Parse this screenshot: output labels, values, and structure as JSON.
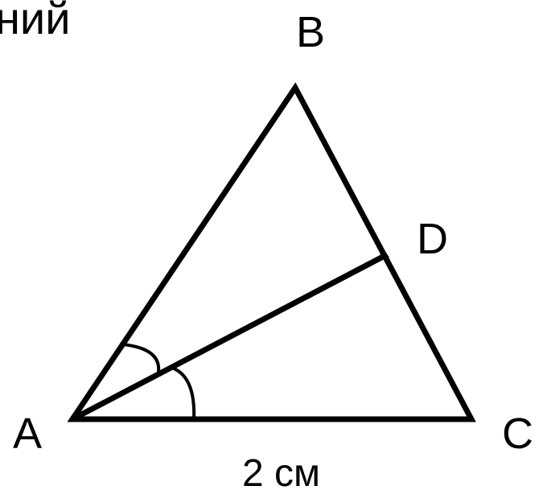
{
  "header_fragment": "ний",
  "diagram": {
    "vertices": {
      "a": "A",
      "b": "B",
      "c": "C",
      "d": "D"
    },
    "side_ac_length": "2 см",
    "stroke_color": "#000000",
    "background": "#ffffff"
  }
}
